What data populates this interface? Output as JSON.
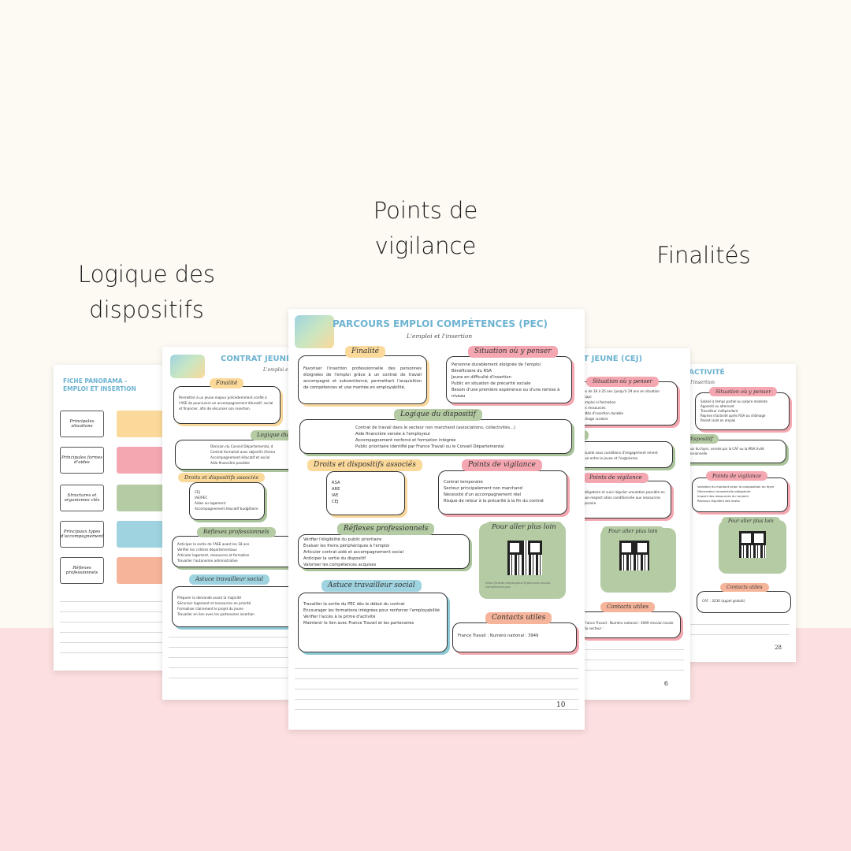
{
  "captions": {
    "left": "Logique des dispositifs",
    "center": "Points de vigilance",
    "right": "Finalités"
  },
  "colors": {
    "background": "#fdf9f3",
    "band": "#fcdfe0",
    "title_blue": "#6db3d1",
    "tag_yellow": "#fbd99a",
    "tag_pink": "#f4a7b0",
    "tag_green": "#b4cba3",
    "tag_blue": "#9fd3e0",
    "tag_salmon": "#f6b59a"
  },
  "pages": {
    "panorama": {
      "title": "FICHE PANORAMA - EMPLOI ET INSERTION",
      "rows": [
        "Principales situations",
        "Principales formes d'aides",
        "Structures et organismes clés",
        "Principaux types d'accompagnement",
        "Réflexes professionnels"
      ]
    },
    "contrat_jeune": {
      "title": "CONTRAT JEUNE",
      "subtitle": "L'emploi et",
      "finalite_tag": "Finalité",
      "finalite_text": "Permettre à un jeune majeur précédemment confié à l'ASE de poursuivre un accompagnement éducatif, social et financier, afin de sécuriser son insertion.",
      "logique_tag": "Logique du",
      "logique_items": [
        "Décision du Conseil Départemental, d",
        "Contrat formalisé avec objectifs (forma",
        "Accompagnement éducatif et social",
        "Aide financière possible"
      ],
      "droits_tag": "Droits et dispositifs associés",
      "droits_items": [
        "CEJ",
        "IAE/PEC",
        "Aides au logement",
        "Accompagnement éducatif budgétaire"
      ],
      "reflexes_tag": "Réflexes professionnels",
      "reflexes_items": [
        "Anticiper la sortie de l'ASE avant les 18 ans",
        "Vérifier les critères départementaux",
        "Articuler logement, ressources et formation",
        "Travailler l'autonomie administrative"
      ],
      "astuce_tag": "Astuce travailleur social",
      "astuce_items": [
        "Préparer la demande avant la majorité",
        "Sécuriser logement et ressources en priorité",
        "Formaliser clairement le projet du jeune",
        "Travailler en lien avec les partenaires insertion"
      ]
    },
    "pec": {
      "title": "PARCOURS EMPLOI COMPÉTENCES (PEC)",
      "subtitle": "L'emploi et l'insertion",
      "finalite_tag": "Finalité",
      "finalite_text": "Favoriser l'insertion professionnelle des personnes éloignées de l'emploi grâce à un contrat de travail accompagné et subventionné, permettant l'acquisition de compétences et une montée en employabilité.",
      "situation_tag": "Situation où y penser",
      "situation_items": [
        "Personne durablement éloignée de l'emploi",
        "Bénéficiaire du RSA",
        "Jeune en difficulté d'insertion",
        "Public en situation de précarité sociale",
        "Besoin d'une première expérience ou d'une remise à niveau"
      ],
      "logique_tag": "Logique du dispositif",
      "logique_items": [
        "Contrat de travail dans le secteur non marchand (associations, collectivités...)",
        "Aide financière versée à l'employeur",
        "Accompagnement renforcé et formation intégrée",
        "Public prioritaire identifié par France Travail ou le Conseil Départemental"
      ],
      "droits_tag": "Droits et dispositifs associés",
      "droits_items": [
        "RSA",
        "ARE",
        "IAE",
        "CEJ"
      ],
      "vigilance_tag": "Points de vigilance",
      "vigilance_items": [
        "Contrat temporaire",
        "Secteur principalement non marchand",
        "Nécessité d'un accompagnement réel",
        "Risque de retour à la précarité à la fin du contrat"
      ],
      "reflexes_tag": "Réflexes professionnels",
      "reflexes_items": [
        "Vérifier l'éligibilité du public prioritaire",
        "Évaluer les freins périphériques à l'emploi",
        "Articuler contrat aidé et accompagnement social",
        "Anticiper la sortie du dispositif",
        "Valoriser les compétences acquises"
      ],
      "plus_loin_tag": "Pour aller plus loin",
      "plus_loin_url": "https://travail-emploi.gouv.fr/parcours-emploi-competences-pec",
      "astuce_tag": "Astuce travailleur social",
      "astuce_items": [
        "Travailler la sortie du PEC dès le début du contrat",
        "Encourager les formations intégrées pour renforcer l'employabilité",
        "Vérifier l'accès à la prime d'activité",
        "Maintenir le lien avec France Travail et les partenaires"
      ],
      "contacts_tag": "Contacts utiles",
      "contacts_text": "France Travail : Numéro national : 3949",
      "page_number": "10"
    },
    "cej": {
      "title": "NT JEUNE (CEJ)",
      "situation_tag": "Situation où y penser",
      "situation_items": [
        "unes de 16 à 25 ans (jusqu'à 29 ans en situation",
        "ndicap)",
        "ro emploi ni formation",
        "ibles ressources",
        "ficultés d'insertion durable",
        "crochage scolaire"
      ],
      "logique_tag": "sitif",
      "logique_text": "ion mensuelle sous conditions d'engagement ement réciproque entre le jeune et l'organisme",
      "vigilance_tag": "Points de vigilance",
      "vigilance_text": "ement obligatoire et suivi régulier umulation possible en cas de non-respect ation conditionnée aux ressources ure temporaire",
      "plus_loin_tag": "Pour aller plus loin",
      "contacts_tag": "Contacts utiles",
      "contacts_text": "France Travail : Numéro national : 3949 mission locale du secteur :",
      "page_number": "6"
    },
    "activite": {
      "title": "ACTIVITÉ",
      "subtitle": "t l'insertion",
      "situation_tag": "Situation où y penser",
      "situation_items": [
        "Salarié à temps partiel ou salaire modeste",
        "Apprenti ou alternant",
        "Travailleur indépendant",
        "Reprise d'activité après RSA ou chômage",
        "Parent isolé en emploi"
      ],
      "logique_tag": "u dispositif",
      "logique_text": "evenus du foyer, versée par la CAF ou la MSA tivité professionnelle",
      "vigilance_tag": "Points de vigilance",
      "vigilance_items": [
        "Variation du montant selon la composition du foyer",
        "Déclaration trimestrielle obligatoire",
        "Impact des ressources du conjoint",
        "Révision régulière des droits"
      ],
      "plus_loin_tag": "Pour aller plus loin",
      "contacts_tag": "Contacts utiles",
      "contacts_text": "CAF : 3230 (appel gratuit)",
      "page_number": "28"
    }
  }
}
